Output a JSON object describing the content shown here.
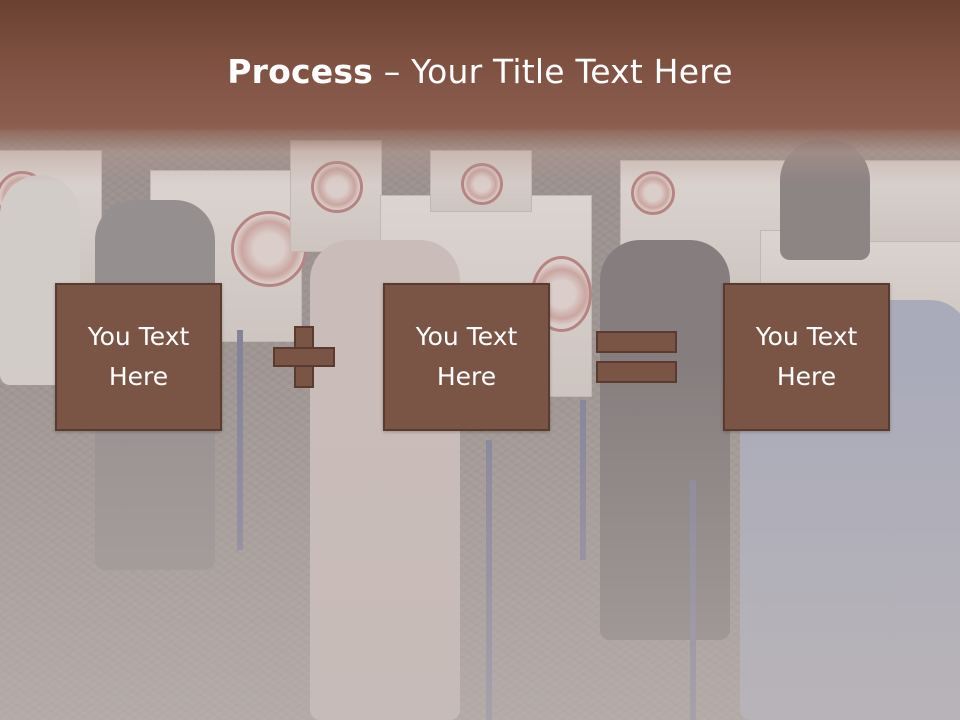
{
  "slide": {
    "title_bold": "Process",
    "title_rest": " – Your Title Text Here"
  },
  "process": {
    "box1": {
      "line1": "You Text",
      "line2": "Here"
    },
    "box2": {
      "line1": "You Text",
      "line2": "Here"
    },
    "box3": {
      "line1": "You Text",
      "line2": "Here"
    },
    "operator1": "plus-icon",
    "operator2": "equals-icon"
  },
  "colors": {
    "header": "#7d5040",
    "box_fill": "#7a5546",
    "box_border": "#5a3b30",
    "title_text": "#ffffff"
  }
}
